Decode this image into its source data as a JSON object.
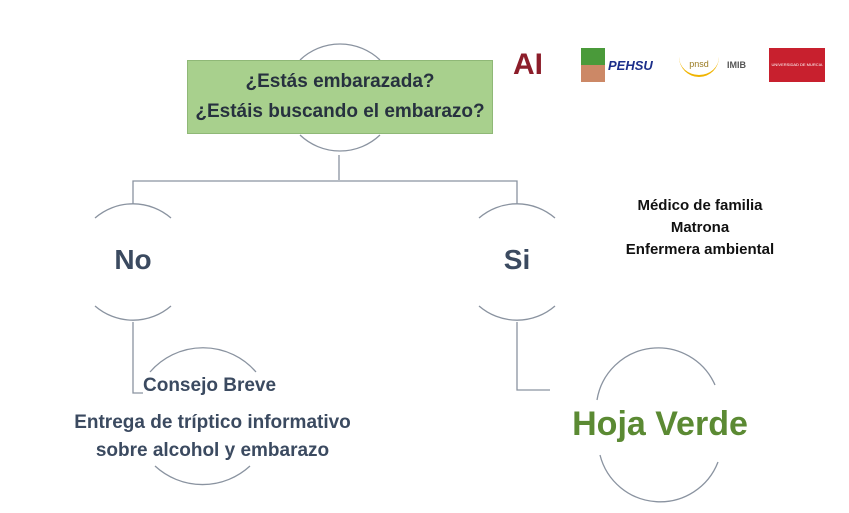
{
  "question": {
    "line1": "¿Estás embarazada?",
    "line2": "¿Estáis buscando el embarazo?"
  },
  "branches": {
    "no": "No",
    "si": "Si"
  },
  "no_actions": {
    "title": "Consejo Breve",
    "line1": "Entrega de tríptico informativo",
    "line2": "sobre alcohol y embarazo"
  },
  "si_action": "Hoja Verde",
  "professionals": [
    "Médico de familia",
    "Matrona",
    "Enfermera ambiental"
  ],
  "logos": {
    "ai": "AI",
    "pehsu": "PEHSU",
    "pnsd": "pnsd",
    "imib": "IMIB",
    "um": "UNIVERSIDAD DE MURCIA"
  },
  "colors": {
    "text": "#3b4a60",
    "green": "#5b8a33",
    "box": "#a8d08d"
  }
}
